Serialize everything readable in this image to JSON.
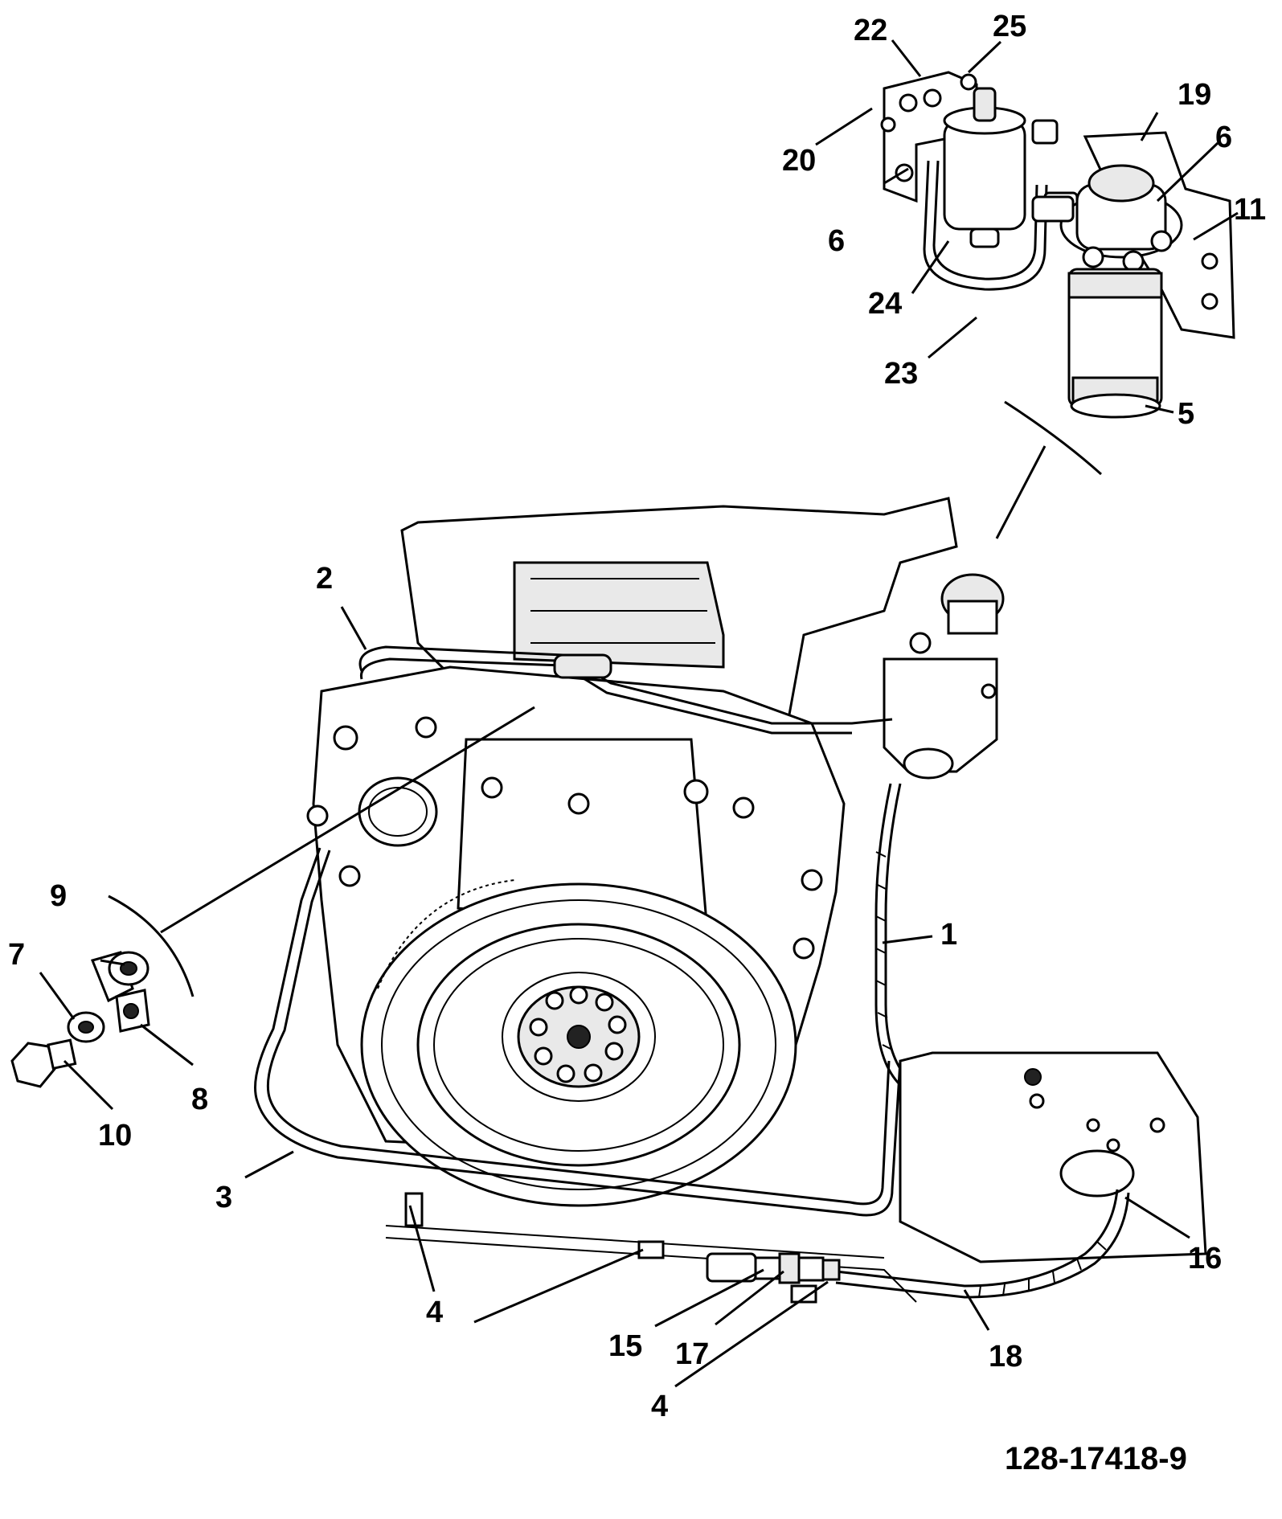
{
  "drawing": {
    "document_number": "128-17418-9"
  },
  "callouts": {
    "c1": "1",
    "c2": "2",
    "c3": "3",
    "c4a": "4",
    "c4b": "4",
    "c5": "5",
    "c6a": "6",
    "c6b": "6",
    "c7": "7",
    "c8": "8",
    "c9": "9",
    "c10": "10",
    "c11": "11",
    "c15": "15",
    "c16": "16",
    "c17": "17",
    "c18": "18",
    "c19": "19",
    "c20": "20",
    "c22": "22",
    "c23": "23",
    "c24": "24",
    "c25": "25"
  }
}
